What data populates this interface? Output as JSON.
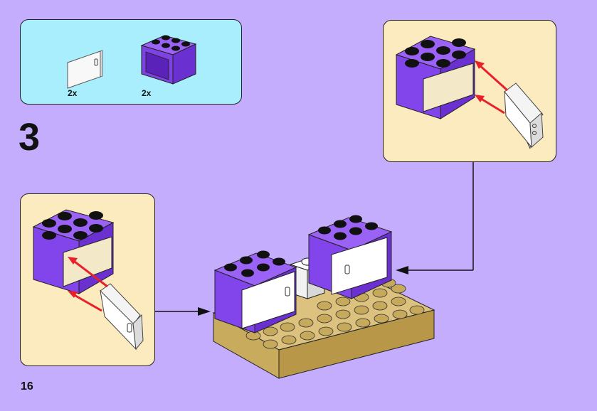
{
  "parts_list": {
    "items": [
      {
        "name": "door-panel",
        "quantity": "2x"
      },
      {
        "name": "cupboard-brick",
        "quantity": "2x"
      }
    ]
  },
  "step": {
    "number": "3"
  },
  "page": {
    "number": "16"
  },
  "colors": {
    "background": "#c4adfc",
    "parts_box": "#a9eefc",
    "callout": "#fdebc0",
    "brick_purple": "#8a4ff0",
    "plate_tan": "#dcc27e",
    "arrow_red": "#e8202a"
  }
}
